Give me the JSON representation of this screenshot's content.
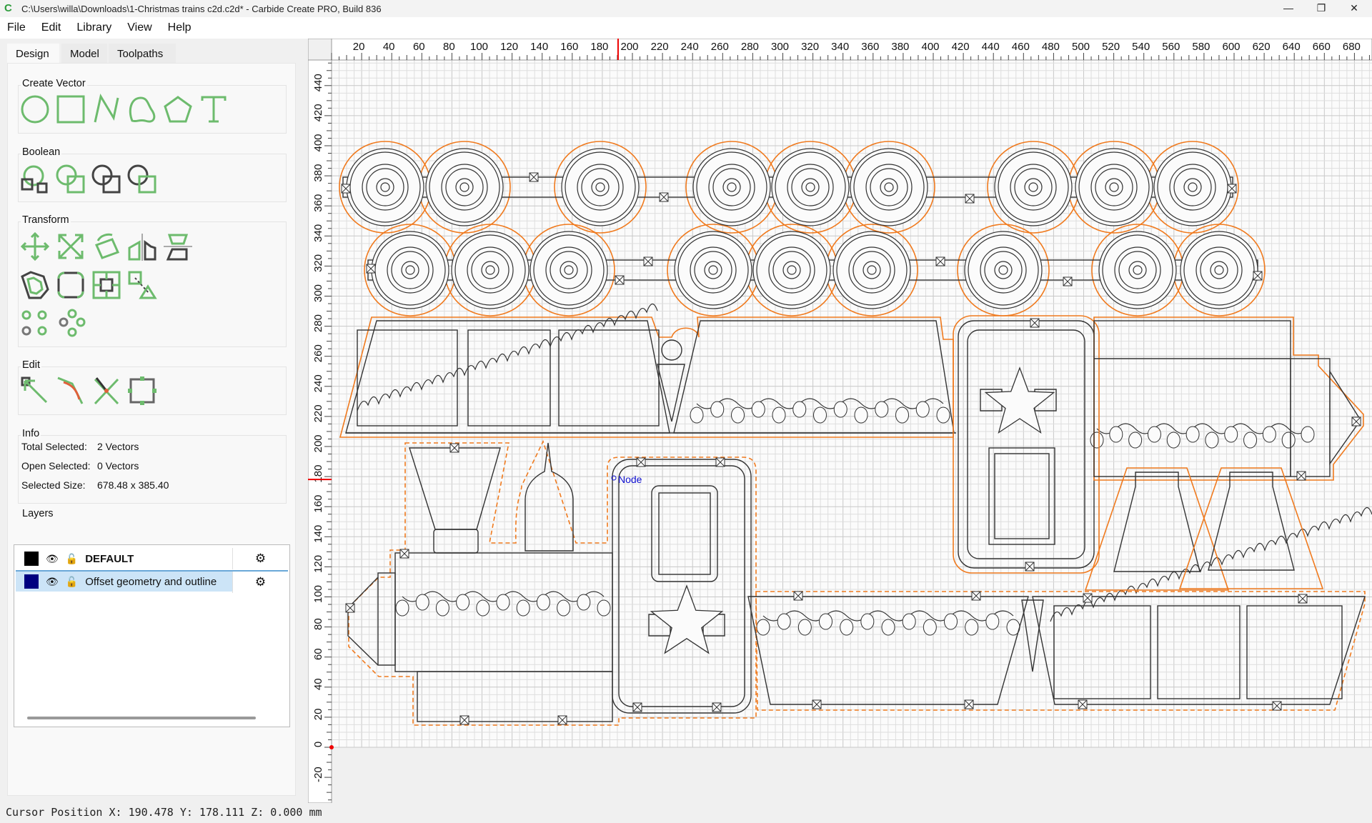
{
  "window": {
    "title": "C:\\Users\\willa\\Downloads\\1-Christmas trains c2d.c2d* - Carbide Create PRO, Build 836",
    "minimize": "—",
    "maximize": "❐",
    "close": "✕"
  },
  "menu": [
    "File",
    "Edit",
    "Library",
    "View",
    "Help"
  ],
  "tabs": [
    "Design",
    "Model",
    "Toolpaths"
  ],
  "sections": {
    "create_vector": "Create Vector",
    "boolean": "Boolean",
    "transform": "Transform",
    "edit": "Edit",
    "info": "Info",
    "layers": "Layers"
  },
  "info": {
    "total_selected_label": "Total Selected:",
    "total_selected": "2 Vectors",
    "open_selected_label": "Open Selected:",
    "open_selected": "0 Vectors",
    "selected_size_label": "Selected Size:",
    "selected_size": "678.48 x 385.40"
  },
  "layers": [
    {
      "name": "DEFAULT",
      "color": "#000000",
      "selected": false
    },
    {
      "name": "Offset geometry and outline",
      "color": "#000080",
      "selected": true
    }
  ],
  "rulers": {
    "x_ticks": [
      20,
      40,
      60,
      80,
      100,
      120,
      140,
      160,
      180,
      200,
      220,
      240,
      260,
      280,
      300,
      320,
      340,
      360,
      380,
      400,
      420,
      440,
      460,
      480,
      500,
      520,
      540,
      560,
      580,
      600,
      620,
      640,
      660,
      680
    ],
    "y_ticks": [
      -20,
      0,
      20,
      40,
      60,
      80,
      100,
      120,
      140,
      160,
      180,
      200,
      220,
      240,
      260,
      280,
      300,
      320,
      340,
      360,
      380,
      400,
      420,
      440
    ],
    "cursor_x": 190.478,
    "cursor_y": 178.111
  },
  "canvas": {
    "node_label": "Node",
    "outline_color": "#f07a1e",
    "accent": "#6dbb6d"
  },
  "status": "Cursor Position X: 190.478 Y: 178.111 Z: 0.000 mm"
}
